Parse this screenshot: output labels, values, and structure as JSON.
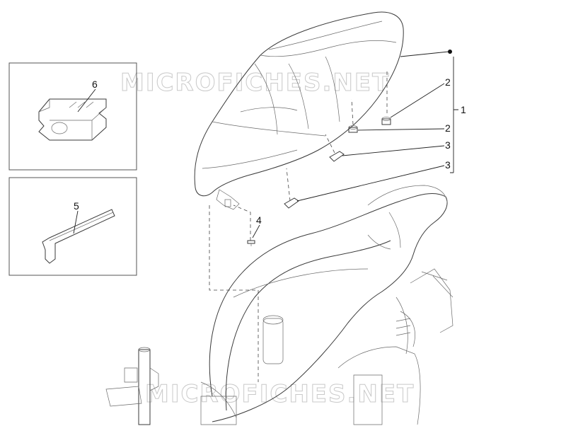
{
  "watermark": {
    "top": "MICROFICHES.NET",
    "bottom": "MICROFICHES.NET"
  },
  "callouts": {
    "c1": "1",
    "c2a": "2",
    "c2b": "2",
    "c3a": "3",
    "c3b": "3",
    "c4": "4",
    "c5": "5",
    "c6": "6"
  },
  "colors": {
    "line": "#3a3a3a",
    "watermark": "#c9c9c9",
    "background": "#ffffff"
  }
}
